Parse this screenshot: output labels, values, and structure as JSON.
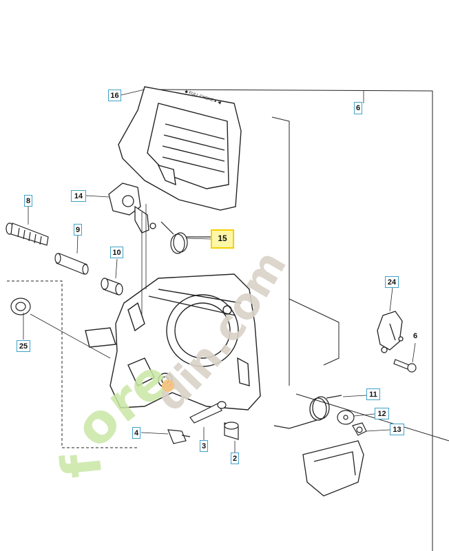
{
  "callouts": {
    "c16": "16",
    "c6a": "6",
    "c14": "14",
    "c8": "8",
    "c9": "9",
    "c15": "15",
    "c10": "10",
    "c24": "24",
    "c25": "25",
    "c6b": "6",
    "c11": "11",
    "c12": "12",
    "c4": "4",
    "c3": "3",
    "c13": "13",
    "c2": "2"
  },
  "highlighted_part": "15",
  "watermark": {
    "left": "fore",
    "right": "din.com"
  },
  "colors": {
    "callout_border": "#3fa0c8",
    "highlight_border": "#f5cf00",
    "watermark_green": "#c9e6a4",
    "watermark_orange": "#f6c27c",
    "watermark_grey": "#d8d2c6",
    "line_art": "#222222"
  }
}
